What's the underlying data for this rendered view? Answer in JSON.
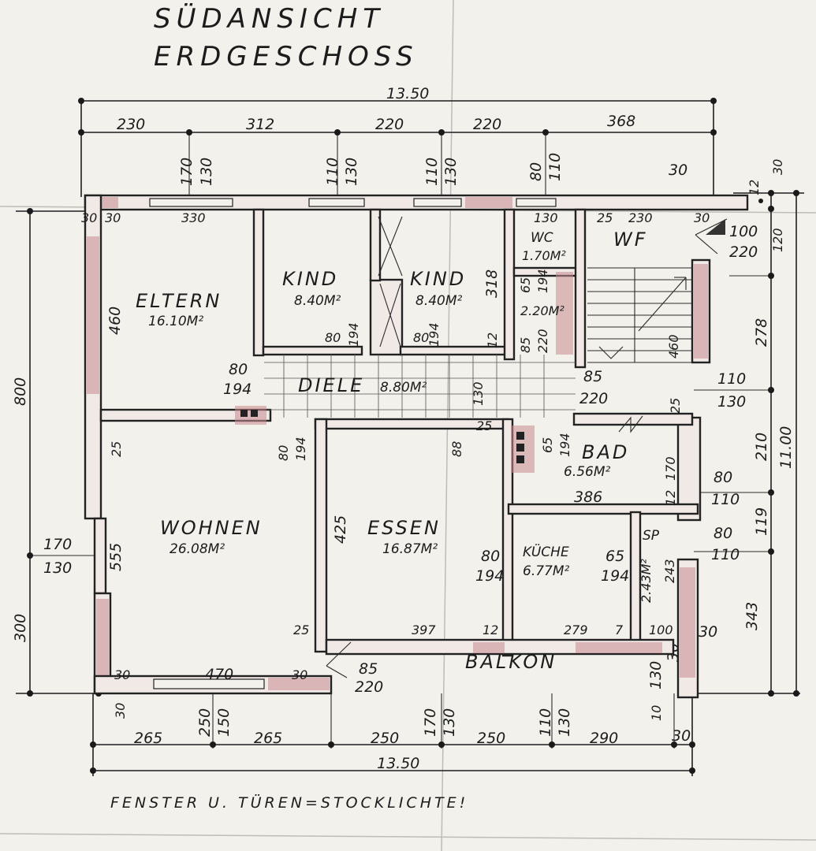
{
  "title": {
    "line1": "SÜDANSICHT",
    "line2": "ERDGESCHOSS"
  },
  "dims": {
    "total_top": "13.50",
    "top_segments": [
      "230",
      "312",
      "220",
      "220",
      "368"
    ],
    "top_windows": [
      "170",
      "130",
      "110",
      "130",
      "110",
      "130",
      "80",
      "110",
      "30"
    ],
    "right_small": [
      "12",
      "30",
      "120",
      "100",
      "220"
    ],
    "right_segments": [
      "278",
      "210",
      "119",
      "343"
    ],
    "right_total": "11.00",
    "right_windows": [
      "110",
      "130",
      "80",
      "110",
      "80",
      "110",
      "30",
      "130",
      "30"
    ],
    "left_segments": [
      "800",
      "300"
    ],
    "left_window": [
      "170",
      "130"
    ],
    "bottom_segments": [
      "265",
      "250",
      "150",
      "265",
      "250",
      "170",
      "130",
      "250",
      "110",
      "130",
      "290",
      "30"
    ],
    "total_bottom": "13.50",
    "bottom_misc": [
      "30",
      "10"
    ],
    "inner": {
      "d30a": "30",
      "d30b": "30",
      "d330": "330",
      "d460": "460",
      "d80_194_a": [
        "80",
        "194"
      ],
      "d25a": "25",
      "d555": "555",
      "d30c": "30",
      "d470": "470",
      "d30d": "30",
      "d85_220_a": [
        "85",
        "220"
      ],
      "d80_194_b": [
        "80",
        "194"
      ],
      "d80_194_c": [
        "80",
        "194"
      ],
      "d80_194_d": [
        "80",
        "194"
      ],
      "d318": "318",
      "d12a": "12",
      "d130": "130",
      "d65_194_a": [
        "65",
        "194"
      ],
      "d85_220_b": [
        "85",
        "220"
      ],
      "d65_194_b": [
        "65",
        "194"
      ],
      "d85_220_c": [
        "85",
        "220"
      ],
      "d25b": "25",
      "d425": "425",
      "d25c": "25",
      "d397": "397",
      "d12b": "12",
      "d80_194_e": [
        "80",
        "194"
      ],
      "d279": "279",
      "d7": "7",
      "d100": "100",
      "d65_194_c": [
        "65",
        "194"
      ],
      "d243": "243",
      "d386": "386",
      "d12c": "12",
      "d170": "170",
      "d460b": "460",
      "d130w": "130",
      "d25w": "25",
      "d230w": "230",
      "d30w": "30",
      "d88": "88",
      "d25d": "25"
    }
  },
  "rooms": {
    "eltern": {
      "name": "ELTERN",
      "area": "16.10M²"
    },
    "kind1": {
      "name": "KIND",
      "area": "8.40M²"
    },
    "kind2": {
      "name": "KIND",
      "area": "8.40M²"
    },
    "wc": {
      "name": "WC",
      "area": "1.70M²"
    },
    "wf": {
      "name": "WF"
    },
    "dusche": {
      "area": "2.20M²"
    },
    "diele": {
      "name": "DIELE",
      "area": "8.80M²"
    },
    "bad": {
      "name": "BAD",
      "area": "6.56M²"
    },
    "wohnen": {
      "name": "WOHNEN",
      "area": "26.08M²"
    },
    "essen": {
      "name": "ESSEN",
      "area": "16.87M²"
    },
    "kueche": {
      "name": "KÜCHE",
      "area": "6.77M²"
    },
    "sp": {
      "name": "SP",
      "area": "2.43M²"
    },
    "balkon": {
      "name": "BALKON"
    }
  },
  "note": "FENSTER U. TÜREN=STOCKLICHTE!",
  "colors": {
    "wall_accent": "#c88b8f",
    "ink": "#1e1e1e",
    "paper": "#f2f1ec"
  }
}
